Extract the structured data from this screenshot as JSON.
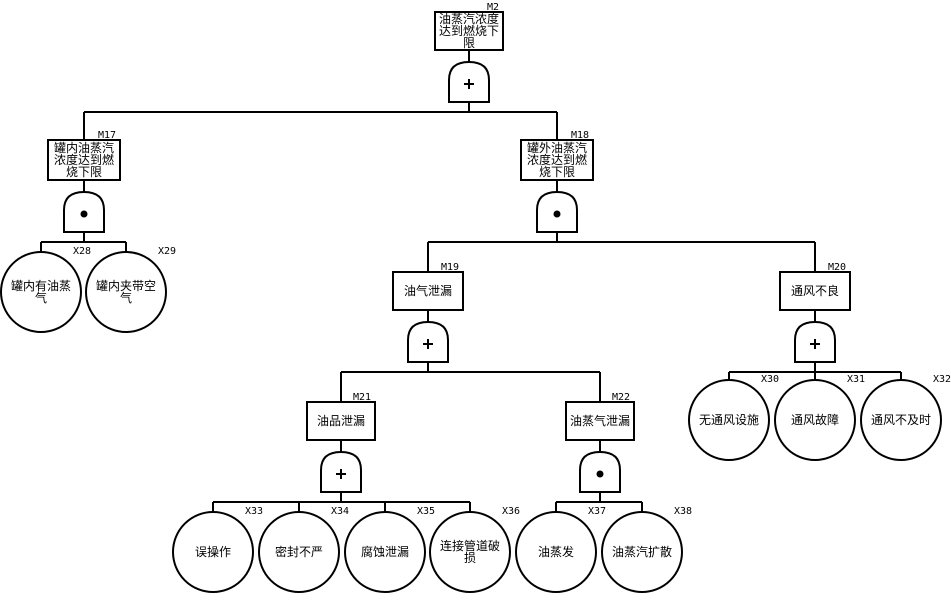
{
  "diagram": {
    "type": "fault-tree",
    "colors": {
      "line": "#000000",
      "background": "#ffffff"
    },
    "gate_symbols": {
      "or": "+",
      "and": "•"
    },
    "top_event": {
      "id": "M2",
      "label_lines": [
        "油蒸汽浓度",
        "达到燃烧下",
        "限"
      ],
      "gate": "or"
    },
    "intermediate_events": [
      {
        "id": "M17",
        "label_lines": [
          "罐内油蒸汽",
          "浓度达到燃",
          "烧下限"
        ],
        "gate": "and",
        "parent": "M2"
      },
      {
        "id": "M18",
        "label_lines": [
          "罐外油蒸汽",
          "浓度达到燃",
          "烧下限"
        ],
        "gate": "and",
        "parent": "M2"
      },
      {
        "id": "M19",
        "label_lines": [
          "油气泄漏"
        ],
        "gate": "or",
        "parent": "M18"
      },
      {
        "id": "M20",
        "label_lines": [
          "通风不良"
        ],
        "gate": "or",
        "parent": "M18"
      },
      {
        "id": "M21",
        "label_lines": [
          "油品泄漏"
        ],
        "gate": "or",
        "parent": "M19"
      },
      {
        "id": "M22",
        "label_lines": [
          "油蒸气泄漏"
        ],
        "gate": "and",
        "parent": "M19"
      }
    ],
    "basic_events": [
      {
        "id": "X28",
        "label_lines": [
          "罐内有油蒸",
          "气"
        ],
        "parent": "M17"
      },
      {
        "id": "X29",
        "label_lines": [
          "罐内夹带空",
          "气"
        ],
        "parent": "M17"
      },
      {
        "id": "X30",
        "label_lines": [
          "无通风设施"
        ],
        "parent": "M20"
      },
      {
        "id": "X31",
        "label_lines": [
          "通风故障"
        ],
        "parent": "M20"
      },
      {
        "id": "X32",
        "label_lines": [
          "通风不及时"
        ],
        "parent": "M20"
      },
      {
        "id": "X33",
        "label_lines": [
          "误操作"
        ],
        "parent": "M21"
      },
      {
        "id": "X34",
        "label_lines": [
          "密封不严"
        ],
        "parent": "M21"
      },
      {
        "id": "X35",
        "label_lines": [
          "腐蚀泄漏"
        ],
        "parent": "M21"
      },
      {
        "id": "X36",
        "label_lines": [
          "连接管道破",
          "损"
        ],
        "parent": "M21"
      },
      {
        "id": "X37",
        "label_lines": [
          "油蒸发"
        ],
        "parent": "M22"
      },
      {
        "id": "X38",
        "label_lines": [
          "油蒸汽扩散"
        ],
        "parent": "M22"
      }
    ]
  }
}
